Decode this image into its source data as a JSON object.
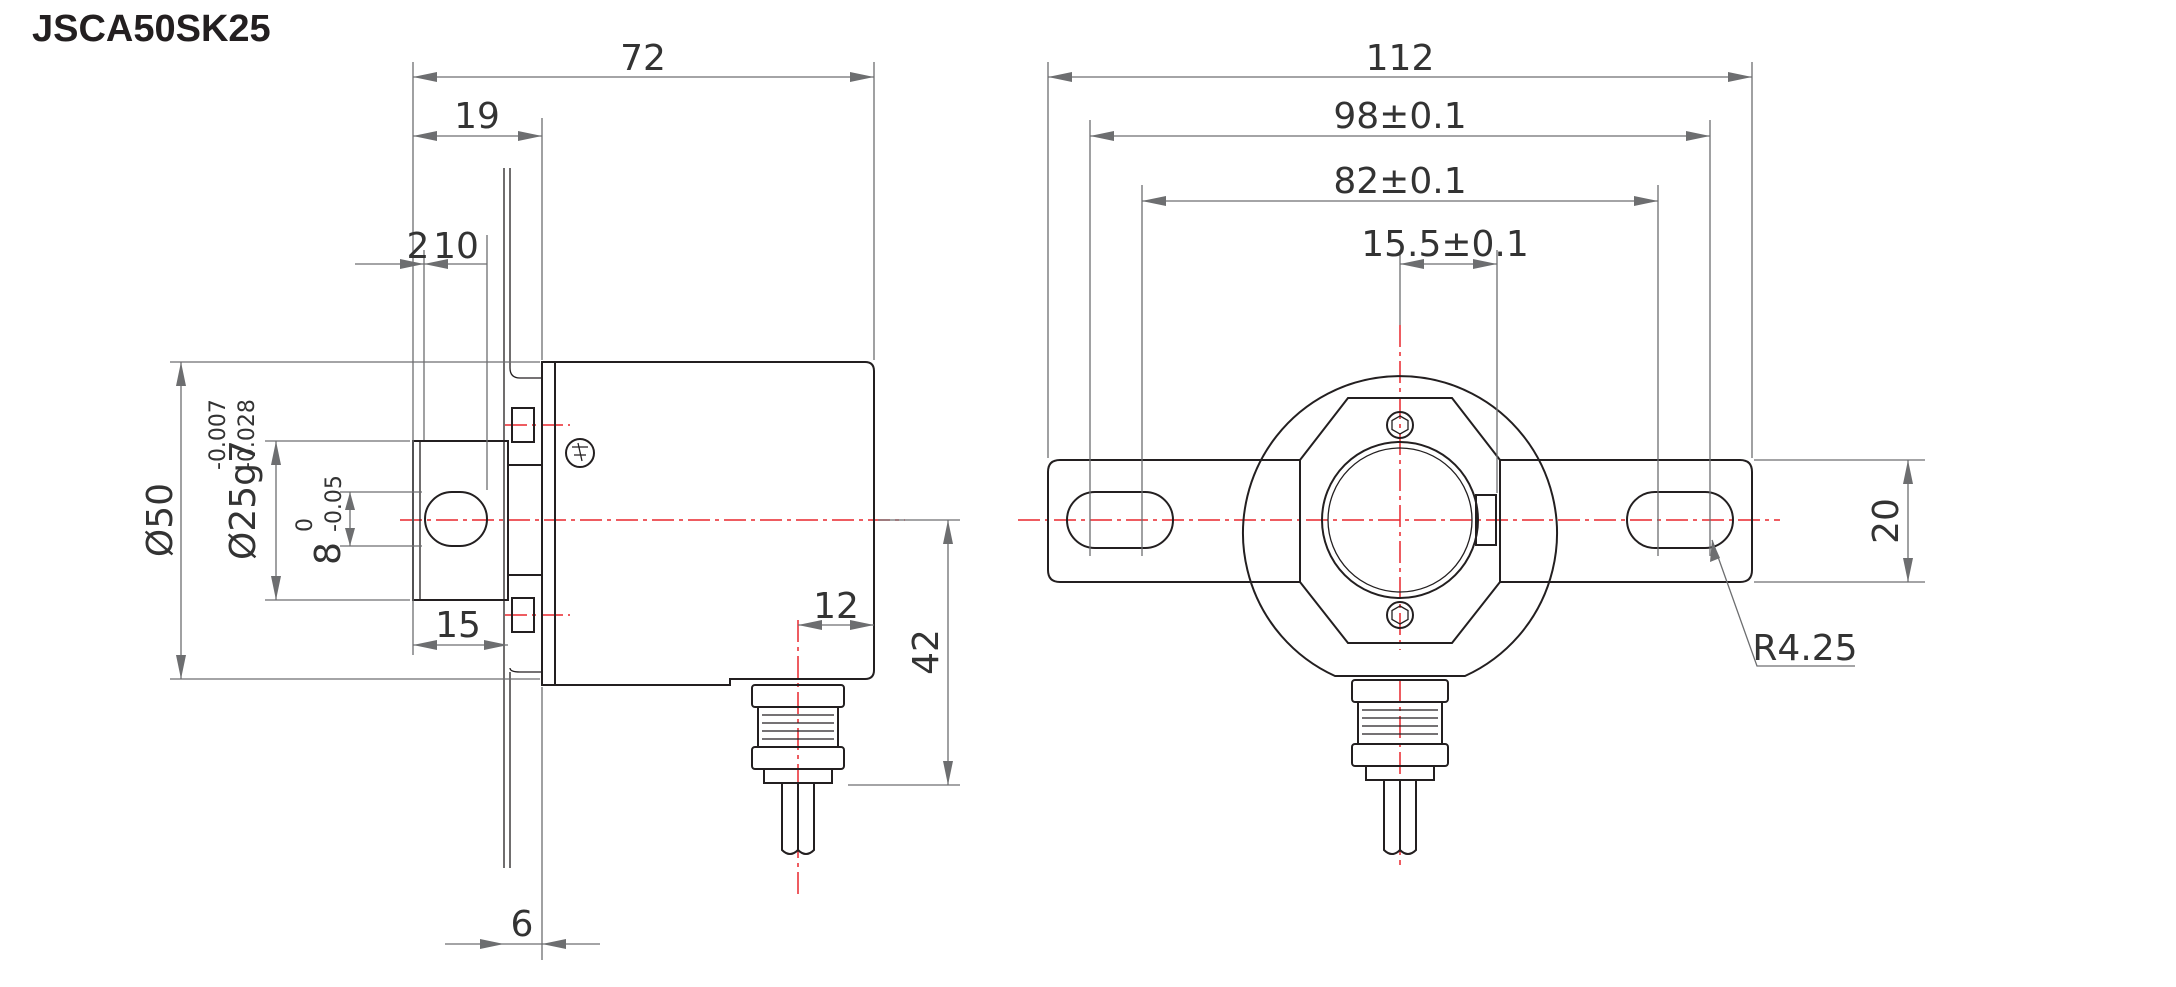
{
  "title": "JSCA50SK25",
  "dimensions": {
    "side_view": {
      "overall_length": "72",
      "shaft_length": "19",
      "flat_offset": "2",
      "flat_length": "10",
      "body_diameter": "Ø50",
      "shaft_diameter": "Ø25g7",
      "shaft_tol_upper": "-0.007",
      "shaft_tol_lower": "-0.028",
      "flat_width": "8",
      "flat_tol_upper": "0",
      "flat_tol_lower": "-0.05",
      "keyway_length": "15",
      "cable_offset": "12",
      "cable_height": "42",
      "bracket_thickness": "6"
    },
    "front_view": {
      "bracket_width": "112",
      "outer_slot_pitch": "98±0.1",
      "inner_slot_pitch": "82±0.1",
      "hole_offset": "15.5±0.1",
      "bracket_height": "20",
      "slot_radius": "R4.25"
    }
  }
}
